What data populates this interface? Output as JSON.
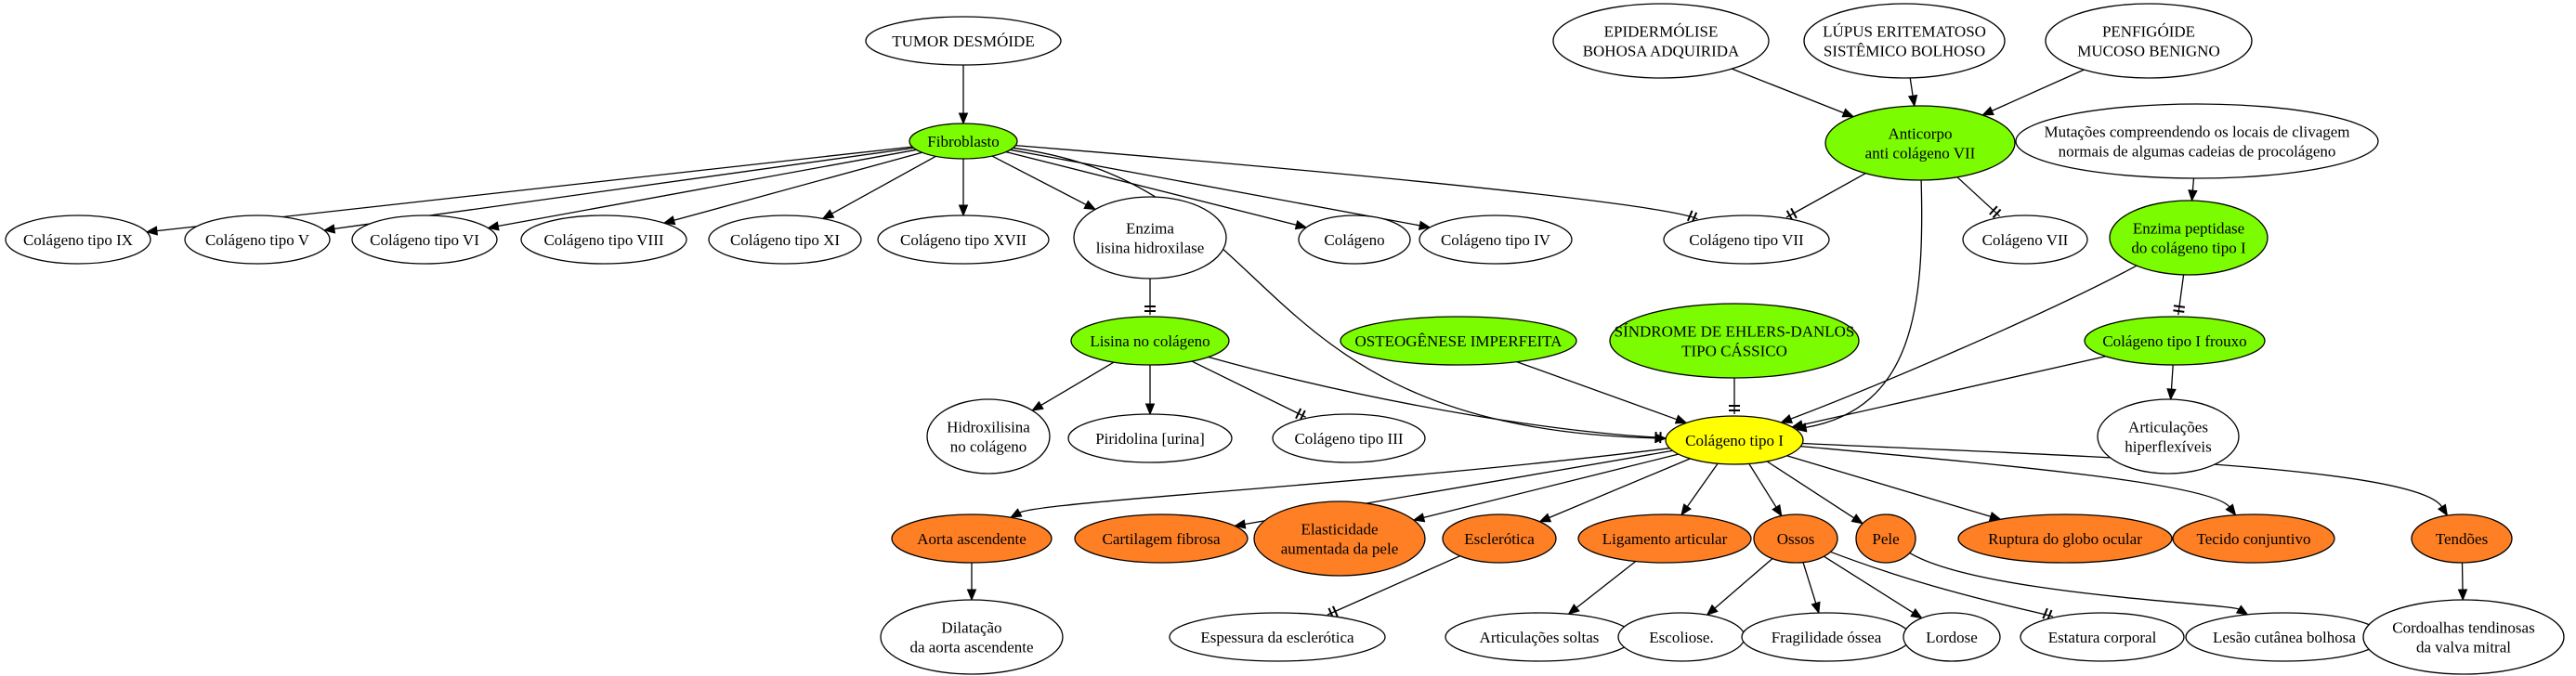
{
  "colors": {
    "white": "#ffffff",
    "green": "#7cfc00",
    "yellow": "#ffff00",
    "orange": "#ff7f24"
  },
  "nodes": [
    {
      "id": "tumor",
      "lines": [
        "TUMOR DESMÓIDE"
      ],
      "fill": "white"
    },
    {
      "id": "fibro",
      "lines": [
        "Fibroblasto"
      ],
      "fill": "green"
    },
    {
      "id": "c9",
      "lines": [
        "Colágeno tipo IX"
      ],
      "fill": "white"
    },
    {
      "id": "c5",
      "lines": [
        "Colágeno tipo V"
      ],
      "fill": "white"
    },
    {
      "id": "c6",
      "lines": [
        "Colágeno tipo VI"
      ],
      "fill": "white"
    },
    {
      "id": "c8",
      "lines": [
        "Colágeno tipo VIII"
      ],
      "fill": "white"
    },
    {
      "id": "c11",
      "lines": [
        "Colágeno tipo XI"
      ],
      "fill": "white"
    },
    {
      "id": "c17",
      "lines": [
        "Colágeno tipo XVII"
      ],
      "fill": "white"
    },
    {
      "id": "enz",
      "lines": [
        "Enzima",
        "lisina hidroxilase"
      ],
      "fill": "white"
    },
    {
      "id": "col",
      "lines": [
        "Colágeno"
      ],
      "fill": "white"
    },
    {
      "id": "c4",
      "lines": [
        "Colágeno tipo IV"
      ],
      "fill": "white"
    },
    {
      "id": "c7",
      "lines": [
        "Colágeno tipo VII"
      ],
      "fill": "white"
    },
    {
      "id": "epi",
      "lines": [
        "EPIDERMÓLISE",
        "BOHOSA ADQUIRIDA"
      ],
      "fill": "white"
    },
    {
      "id": "lupus",
      "lines": [
        "LÚPUS ERITEMATOSO",
        "SISTÊMICO BOLHOSO"
      ],
      "fill": "white"
    },
    {
      "id": "penf",
      "lines": [
        "PENFIGÓIDE",
        "MUCOSO BENIGNO"
      ],
      "fill": "white"
    },
    {
      "id": "anti",
      "lines": [
        "Anticorpo",
        "anti colágeno VII"
      ],
      "fill": "green"
    },
    {
      "id": "cvii",
      "lines": [
        "Colágeno VII"
      ],
      "fill": "white"
    },
    {
      "id": "mut",
      "lines": [
        "Mutações compreendendo os locais de clivagem",
        "normais de algumas cadeias de procolágeno"
      ],
      "fill": "white"
    },
    {
      "id": "pept",
      "lines": [
        "Enzima peptidase",
        "do colágeno tipo I"
      ],
      "fill": "green"
    },
    {
      "id": "lis",
      "lines": [
        "Lisina no colágeno"
      ],
      "fill": "green"
    },
    {
      "id": "osteo",
      "lines": [
        "OSTEOGÊNESE IMPERFEITA"
      ],
      "fill": "green"
    },
    {
      "id": "ehlers",
      "lines": [
        "SÍNDROME DE EHLERS-DANLOS",
        "TIPO CÁSSICO"
      ],
      "fill": "green"
    },
    {
      "id": "frouxo",
      "lines": [
        "Colágeno tipo I frouxo"
      ],
      "fill": "green"
    },
    {
      "id": "hidrox",
      "lines": [
        "Hidroxilisina",
        "no colágeno"
      ],
      "fill": "white"
    },
    {
      "id": "pirid",
      "lines": [
        "Piridolina [urina]"
      ],
      "fill": "white"
    },
    {
      "id": "c3",
      "lines": [
        "Colágeno tipo III"
      ],
      "fill": "white"
    },
    {
      "id": "c1",
      "lines": [
        "Colágeno tipo I"
      ],
      "fill": "yellow"
    },
    {
      "id": "artic",
      "lines": [
        "Articulações",
        "hiperflexíveis"
      ],
      "fill": "white"
    },
    {
      "id": "aorta",
      "lines": [
        "Aorta ascendente"
      ],
      "fill": "orange"
    },
    {
      "id": "cart",
      "lines": [
        "Cartilagem fibrosa"
      ],
      "fill": "orange"
    },
    {
      "id": "elast",
      "lines": [
        "Elasticidade",
        "aumentada da pele"
      ],
      "fill": "orange"
    },
    {
      "id": "escl",
      "lines": [
        "Esclerótica"
      ],
      "fill": "orange"
    },
    {
      "id": "lig",
      "lines": [
        "Ligamento articular"
      ],
      "fill": "orange"
    },
    {
      "id": "ossos",
      "lines": [
        "Ossos"
      ],
      "fill": "orange"
    },
    {
      "id": "pele",
      "lines": [
        "Pele"
      ],
      "fill": "orange"
    },
    {
      "id": "ruptura",
      "lines": [
        "Ruptura do globo ocular"
      ],
      "fill": "orange"
    },
    {
      "id": "tecido",
      "lines": [
        "Tecido conjuntivo"
      ],
      "fill": "orange"
    },
    {
      "id": "tend",
      "lines": [
        "Tendões"
      ],
      "fill": "orange"
    },
    {
      "id": "dilat",
      "lines": [
        "Dilatação",
        "da aorta ascendente"
      ],
      "fill": "white"
    },
    {
      "id": "espess",
      "lines": [
        "Espessura da esclerótica"
      ],
      "fill": "white"
    },
    {
      "id": "soltas",
      "lines": [
        "Articulações soltas"
      ],
      "fill": "white"
    },
    {
      "id": "escol",
      "lines": [
        "Escoliose."
      ],
      "fill": "white"
    },
    {
      "id": "frag",
      "lines": [
        "Fragilidade óssea"
      ],
      "fill": "white"
    },
    {
      "id": "lord",
      "lines": [
        "Lordose"
      ],
      "fill": "white"
    },
    {
      "id": "estat",
      "lines": [
        "Estatura corporal"
      ],
      "fill": "white"
    },
    {
      "id": "lesao",
      "lines": [
        "Lesão cutânea bolhosa"
      ],
      "fill": "white"
    },
    {
      "id": "cord",
      "lines": [
        "Cordoalhas tendinosas",
        "da valva mitral"
      ],
      "fill": "white"
    }
  ],
  "edges": [
    {
      "from": "tumor",
      "to": "fibro",
      "head": "arrow"
    },
    {
      "from": "fibro",
      "to": "c9",
      "head": "arrow"
    },
    {
      "from": "fibro",
      "to": "c5",
      "head": "arrow"
    },
    {
      "from": "fibro",
      "to": "c6",
      "head": "arrow"
    },
    {
      "from": "fibro",
      "to": "c8",
      "head": "arrow"
    },
    {
      "from": "fibro",
      "to": "c11",
      "head": "arrow"
    },
    {
      "from": "fibro",
      "to": "c17",
      "head": "arrow"
    },
    {
      "from": "fibro",
      "to": "enz",
      "head": "arrow"
    },
    {
      "from": "fibro",
      "to": "col",
      "head": "arrow"
    },
    {
      "from": "fibro",
      "to": "c4",
      "head": "arrow"
    },
    {
      "from": "fibro",
      "to": "c7",
      "head": "tee"
    },
    {
      "from": "fibro",
      "to": "c1",
      "head": "arrow"
    },
    {
      "from": "epi",
      "to": "anti",
      "head": "arrow"
    },
    {
      "from": "lupus",
      "to": "anti",
      "head": "arrow"
    },
    {
      "from": "penf",
      "to": "anti",
      "head": "arrow"
    },
    {
      "from": "anti",
      "to": "c7",
      "head": "tee"
    },
    {
      "from": "anti",
      "to": "cvii",
      "head": "tee"
    },
    {
      "from": "anti",
      "to": "c1",
      "head": "arrow"
    },
    {
      "from": "mut",
      "to": "pept",
      "head": "arrow"
    },
    {
      "from": "pept",
      "to": "frouxo",
      "head": "tee"
    },
    {
      "from": "pept",
      "to": "c1",
      "head": "arrow"
    },
    {
      "from": "enz",
      "to": "lis",
      "head": "tee"
    },
    {
      "from": "lis",
      "to": "hidrox",
      "head": "arrow"
    },
    {
      "from": "lis",
      "to": "pirid",
      "head": "arrow"
    },
    {
      "from": "lis",
      "to": "c3",
      "head": "tee"
    },
    {
      "from": "lis",
      "to": "c1",
      "head": "tee"
    },
    {
      "from": "osteo",
      "to": "c1",
      "head": "arrow"
    },
    {
      "from": "ehlers",
      "to": "c1",
      "head": "tee"
    },
    {
      "from": "frouxo",
      "to": "c1",
      "head": "arrow"
    },
    {
      "from": "frouxo",
      "to": "artic",
      "head": "arrow"
    },
    {
      "from": "c1",
      "to": "aorta",
      "head": "arrow"
    },
    {
      "from": "c1",
      "to": "cart",
      "head": "arrow"
    },
    {
      "from": "c1",
      "to": "elast",
      "head": "arrow"
    },
    {
      "from": "c1",
      "to": "escl",
      "head": "arrow"
    },
    {
      "from": "c1",
      "to": "lig",
      "head": "arrow"
    },
    {
      "from": "c1",
      "to": "ossos",
      "head": "arrow"
    },
    {
      "from": "c1",
      "to": "pele",
      "head": "arrow"
    },
    {
      "from": "c1",
      "to": "ruptura",
      "head": "arrow"
    },
    {
      "from": "c1",
      "to": "tecido",
      "head": "arrow"
    },
    {
      "from": "c1",
      "to": "tend",
      "head": "arrow"
    },
    {
      "from": "aorta",
      "to": "dilat",
      "head": "arrow"
    },
    {
      "from": "escl",
      "to": "espess",
      "head": "tee"
    },
    {
      "from": "lig",
      "to": "soltas",
      "head": "arrow"
    },
    {
      "from": "ossos",
      "to": "escol",
      "head": "arrow"
    },
    {
      "from": "ossos",
      "to": "frag",
      "head": "arrow"
    },
    {
      "from": "ossos",
      "to": "lord",
      "head": "arrow"
    },
    {
      "from": "ossos",
      "to": "estat",
      "head": "tee"
    },
    {
      "from": "pele",
      "to": "lesao",
      "head": "arrow"
    },
    {
      "from": "tend",
      "to": "cord",
      "head": "arrow"
    }
  ]
}
